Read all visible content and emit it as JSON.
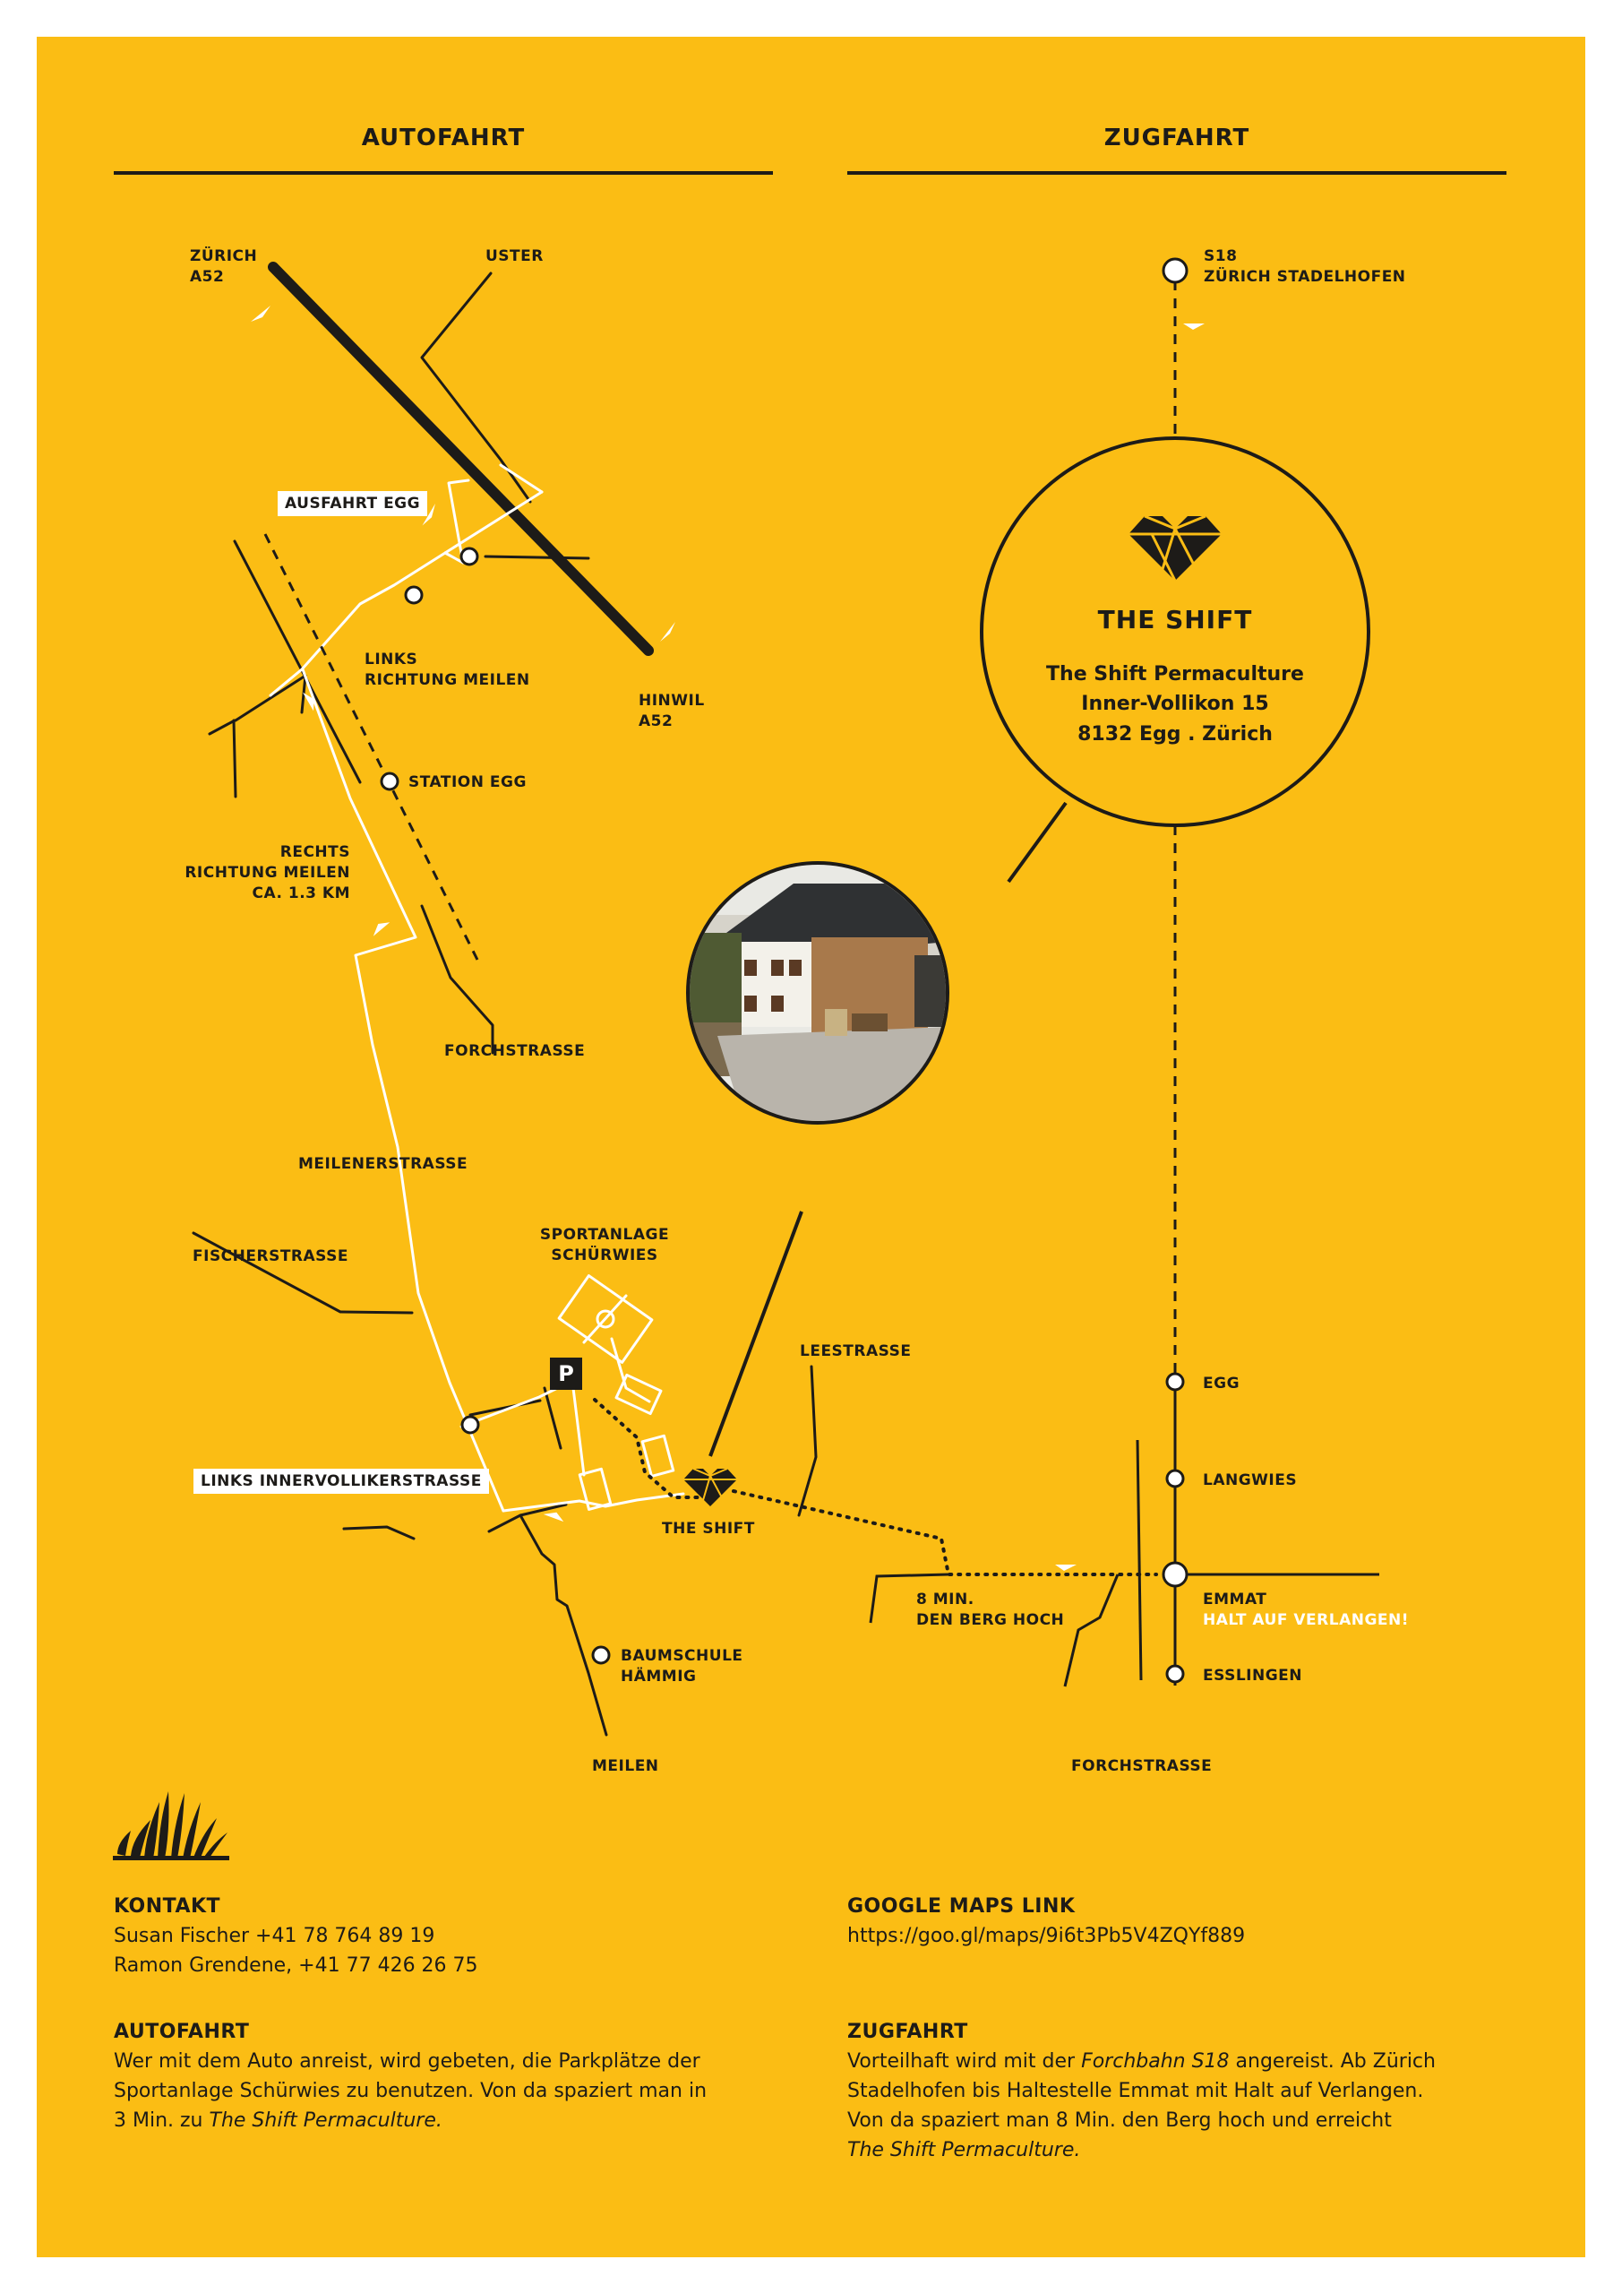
{
  "header": {
    "left_title": "AUTOFAHRT",
    "right_title": "ZUGFAHRT"
  },
  "car_map": {
    "zurich": "ZÜRICH",
    "zurich_road": "A52",
    "uster": "USTER",
    "exit_egg": "AUSFAHRT EGG",
    "links_1": "LINKS",
    "links_2": "RICHTUNG MEILEN",
    "hinwil": "HINWIL",
    "hinwil_road": "A52",
    "station_egg": "STATION EGG",
    "rechts_1": "RECHTS",
    "rechts_2": "RICHTUNG MEILEN",
    "rechts_3": "CA. 1.3 KM",
    "forchstrasse": "FORCHSTRASSE",
    "meilenerstrasse": "MEILENERSTRASSE",
    "fischerstrasse": "FISCHERSTRASSE",
    "sport_1": "SPORTANLAGE",
    "sport_2": "SCHÜRWIES",
    "parking": "P",
    "innervollikon": "LINKS INNERVOLLIKERSTRASSE",
    "the_shift": "THE SHIFT",
    "baumschule_1": "BAUMSCHULE",
    "baumschule_2": "HÄMMIG",
    "meilen": "MEILEN",
    "leestrasse": "LEESTRASSE"
  },
  "train_map": {
    "s18": "S18",
    "stadelhofen": "ZÜRICH STADELHOFEN",
    "egg": "EGG",
    "langwies": "LANGWIES",
    "emmat": "EMMAT",
    "halt": "HALT AUF VERLANGEN!",
    "esslingen": "ESSLINGEN",
    "forchstrasse": "FORCHSTRASSE",
    "walk_1": "8 MIN.",
    "walk_2": "DEN BERG HOCH"
  },
  "circle": {
    "title": "THE SHIFT",
    "line1": "The Shift Permaculture",
    "line2": "Inner-Vollikon 15",
    "line3": "8132 Egg . Zürich"
  },
  "kontakt": {
    "title": "KONTAKT",
    "line1": "Susan Fischer +41 78 764 89 19",
    "line2": "Ramon Grendene, +41 77 426 26 75"
  },
  "google": {
    "title": "GOOGLE MAPS LINK",
    "url": "https://goo.gl/maps/9i6t3Pb5V4ZQYf889"
  },
  "autofahrt_text": {
    "title": "AUTOFAHRT",
    "l1": "Wer mit dem Auto anreist, wird gebeten, die Parkplätze der",
    "l2": "Sportanlage Schürwies zu benutzen. Von da spaziert man in",
    "l3a": "3 Min. zu ",
    "l3b": "The Shift Permaculture."
  },
  "zugfahrt_text": {
    "title": "ZUGFAHRT",
    "l1a": "Vorteilhaft wird mit der ",
    "l1b": "Forchbahn S18",
    "l1c": " angereist. Ab Zürich",
    "l2": "Stadelhofen bis Haltestelle Emmat mit Halt auf Verlangen.",
    "l3": "Von da spaziert man 8 Min. den Berg hoch und erreicht",
    "l4": "The Shift Permaculture."
  },
  "colors": {
    "background": "#fbbd14",
    "ink": "#1d1b18",
    "road": "#ffffff"
  }
}
